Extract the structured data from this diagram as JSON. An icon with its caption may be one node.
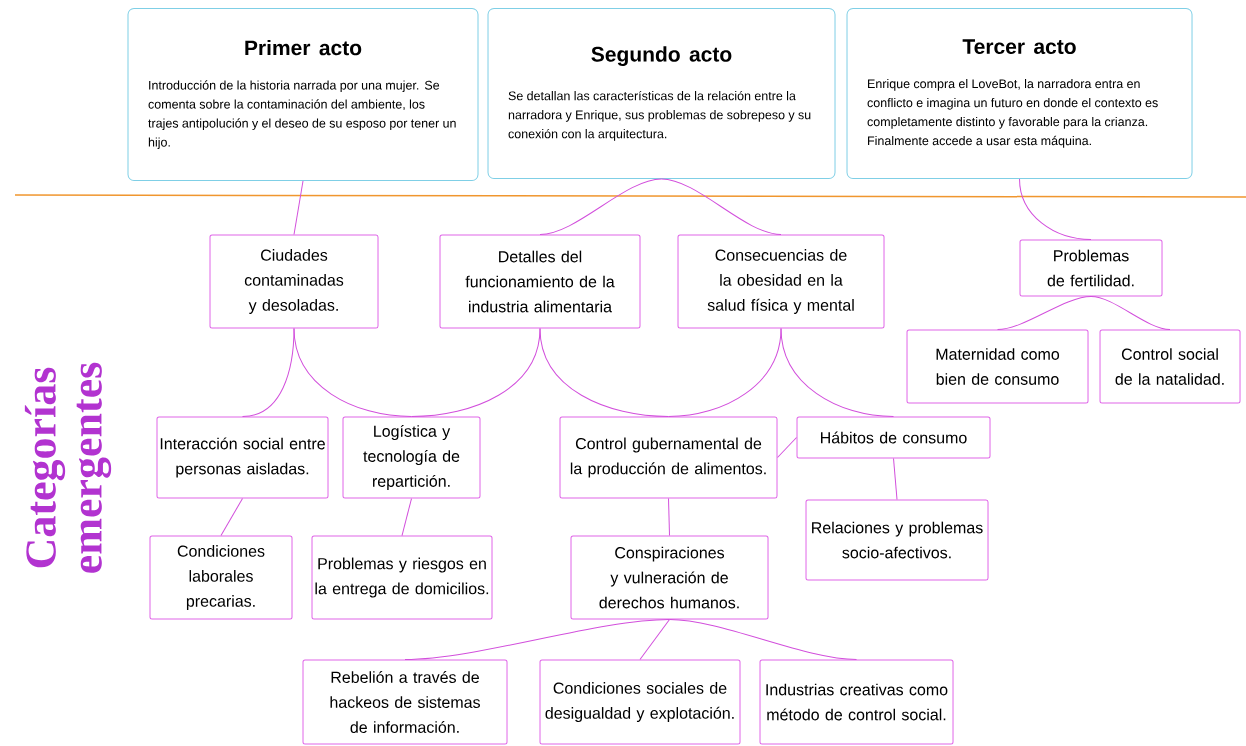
{
  "diagram": {
    "nodes": [
      {
        "text": [
          "Primer acto",
          "Introducción de la historia narrada por una mujer. Se comenta sobre la contaminación del ambiente, los trajes antipolución y el deseo de su esposo por tener un hijo."
        ]
      },
      {
        "text": [
          "Segundo acto",
          "Se detallan las características de la relación entre la narradora y Enrique, sus problemas de sobrepeso y su conexión con la arquitectura."
        ]
      },
      {
        "text": [
          "Tercer acto",
          "Enrique compra el LoveBot, la narradora entra en conflicto e imagina un futuro en donde el contexto es completamente distinto y favorable para la crianza. Finalmente accede a usar esta máquina."
        ]
      },
      {
        "text": [
          "Ciudades contaminadas y desoladas."
        ]
      },
      {
        "text": [
          "Detalles del funcionamiento de la industria alimentaria"
        ]
      },
      {
        "text": [
          "Consecuencias de la obesidad en la salud física y mental"
        ]
      },
      {
        "text": [
          "Problemas de fertilidad."
        ]
      },
      {
        "text": [
          "Maternidad como bien de consumo"
        ]
      },
      {
        "text": [
          "Control social de la natalidad."
        ]
      },
      {
        "text": [
          "Interacción social entre personas aisladas."
        ]
      },
      {
        "text": [
          "Logística y tecnología de repartición."
        ]
      },
      {
        "text": [
          "Control gubernamental de la producción de alimentos."
        ]
      },
      {
        "text": [
          "Hábitos de consumo"
        ]
      },
      {
        "text": [
          "Condiciones laborales precarias."
        ]
      },
      {
        "text": [
          "Problemas y riesgos en la entrega de domicilios."
        ]
      },
      {
        "text": [
          "Conspiraciones y vulneración de derechos humanos."
        ]
      },
      {
        "text": [
          "Relaciones y problemas socio-afectivos."
        ]
      },
      {
        "text": [
          "Rebelión a través de hackeos de sistemas de información."
        ]
      },
      {
        "text": [
          "Condiciones sociales de desigualdad y explotación."
        ]
      },
      {
        "text": [
          "Industrias creativas como método de control social."
        ]
      }
    ],
    "edges": [
      {
        "from": 0,
        "to": 3,
        "arrow": "none"
      },
      {
        "from": 1,
        "to": 4,
        "arrow": "none"
      },
      {
        "from": 1,
        "to": 5,
        "arrow": "none"
      },
      {
        "from": 2,
        "to": 6,
        "arrow": "none"
      },
      {
        "from": 6,
        "to": 7,
        "arrow": "none"
      },
      {
        "from": 6,
        "to": 8,
        "arrow": "none"
      },
      {
        "from": 3,
        "to": 9,
        "arrow": "none"
      },
      {
        "from": 3,
        "to": 10,
        "arrow": "none"
      },
      {
        "from": 4,
        "to": 10,
        "arrow": "none"
      },
      {
        "from": 4,
        "to": 11,
        "arrow": "none"
      },
      {
        "from": 5,
        "to": 11,
        "arrow": "none"
      },
      {
        "from": 5,
        "to": 12,
        "arrow": "none"
      },
      {
        "from": 11,
        "to": 12,
        "arrow": "none"
      },
      {
        "from": 9,
        "to": 13,
        "arrow": "none"
      },
      {
        "from": 10,
        "to": 14,
        "arrow": "none"
      },
      {
        "from": 11,
        "to": 15,
        "arrow": "none"
      },
      {
        "from": 12,
        "to": 16,
        "arrow": "none"
      },
      {
        "from": 15,
        "to": 17,
        "arrow": "none"
      },
      {
        "from": 15,
        "to": 18,
        "arrow": "none"
      },
      {
        "from": 15,
        "to": 19,
        "arrow": "none"
      }
    ],
    "labels": [
      "Categorías emergentes"
    ]
  }
}
